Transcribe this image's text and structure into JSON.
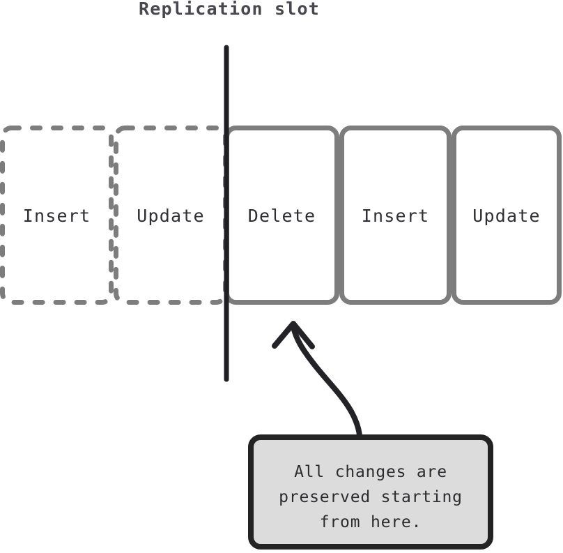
{
  "title": "Replication slot",
  "boxes": [
    {
      "label": "Insert",
      "style": "dashed",
      "meaning": "discarded-before-slot"
    },
    {
      "label": "Update",
      "style": "dashed",
      "meaning": "discarded-before-slot"
    },
    {
      "label": "Delete",
      "style": "solid",
      "meaning": "preserved-after-slot"
    },
    {
      "label": "Insert",
      "style": "solid",
      "meaning": "preserved-after-slot"
    },
    {
      "label": "Update",
      "style": "solid",
      "meaning": "preserved-after-slot"
    }
  ],
  "callout": {
    "lines": [
      "All changes are",
      "preserved starting",
      "from here."
    ]
  },
  "colors": {
    "background": "#ffffff",
    "box_border": "#7d7d7d",
    "box_fill": "#ffffff",
    "label_text": "#2e2e33",
    "title_text": "#47474d",
    "slot_line": "#202024",
    "arrow": "#232327",
    "callout_fill": "#dcdcdd",
    "callout_border": "#232323",
    "callout_text": "#2c2c2f"
  }
}
